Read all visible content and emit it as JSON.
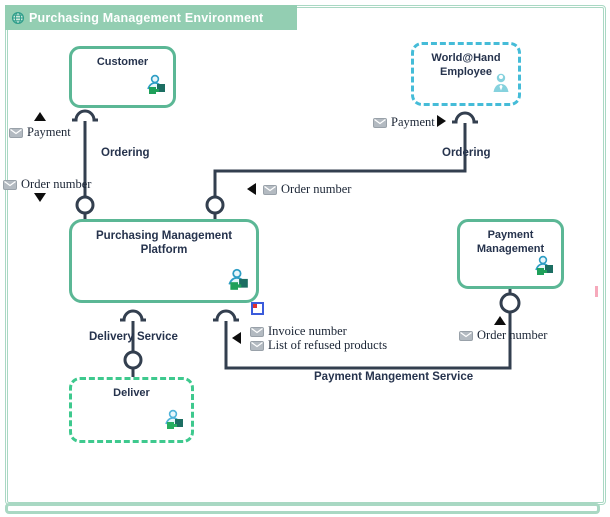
{
  "header": {
    "title": "Purchasing Management Environment",
    "icon": "globe-icon"
  },
  "nodes": {
    "customer": {
      "label": "Customer",
      "style": "solid",
      "icon": "actor-component-icon"
    },
    "world_hand_employee": {
      "label": "World@Hand Employee",
      "style": "dashed-blue",
      "icon": "employee-person-icon"
    },
    "purchasing_management_platform": {
      "label": "Purchasing Management Platform",
      "style": "solid",
      "icon": "actor-component-icon"
    },
    "payment_management": {
      "label": "Payment Management",
      "style": "solid",
      "icon": "actor-component-icon"
    },
    "deliver": {
      "label": "Deliver",
      "style": "dashed-green",
      "icon": "actor-component-icon"
    }
  },
  "services": {
    "ordering_left": "Ordering",
    "ordering_right": "Ordering",
    "delivery_service": "Delivery Service",
    "payment_management_service": "Payment Mangement Service"
  },
  "exchange_items": {
    "payment_left": "Payment",
    "payment_right": "Payment",
    "order_number_left": "Order number",
    "order_number_center": "Order number",
    "order_number_right": "Order number",
    "invoice_number": "Invoice number",
    "list_of_refused_products": "List of refused products"
  },
  "colors": {
    "header_bg": "#93ceb2",
    "frame_border": "#a9d8c3",
    "solid_node_border": "#5bb795",
    "dashed_blue_border": "#45bcd8",
    "dashed_green_border": "#3ec98e",
    "connector": "#333f4f",
    "text": "#26334d"
  }
}
